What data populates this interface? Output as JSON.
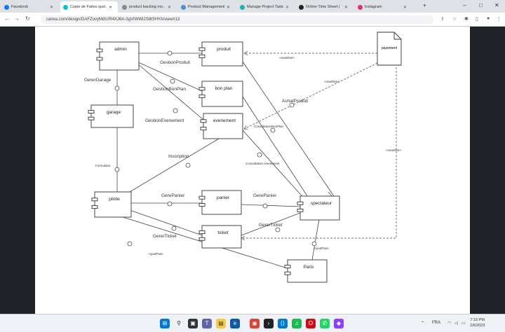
{
  "browser": {
    "tabs": [
      {
        "label": "Facebook",
        "color": "#1877f2"
      },
      {
        "label": "Copie de Faites quel…",
        "color": "#00c4cc",
        "active": true
      },
      {
        "label": "product backlog mo…",
        "color": "#888888"
      },
      {
        "label": "Product Management…",
        "color": "#4a90d9"
      },
      {
        "label": "Manage Project Tasks",
        "color": "#20b2aa"
      },
      {
        "label": "Online Time Sheet |",
        "color": "#222222"
      },
      {
        "label": "Instagram",
        "color": "#e1306c"
      }
    ],
    "new_tab": "+",
    "url": "canva.com/design/DAFZovyMdU/R4XJ6A-3gVIWWi2S8tSHYA/view#13"
  },
  "diagram": {
    "components": {
      "admin": "admin",
      "produit": "produit",
      "bonplan": "bon plan",
      "evenement": "evenement",
      "garage": "garage",
      "pilote": "pilote",
      "panier": "panier",
      "ticket": "ticket",
      "spectateur": "spectateur",
      "paris": "Paris",
      "payement": "payement"
    },
    "interfaces": {
      "gestionproduit": "GestionProduit",
      "gerergarage": "GererGarage",
      "gestionbonplan": "GestionBonPlan",
      "gestionevenement": "GestionEvenement",
      "achatproduit": "AchatProduit",
      "consultationbonplan": "ConsultationBonPlan",
      "consultationevenement": "Consultation evenement",
      "inscription": "Inscription",
      "formulaire": "Formulaire",
      "gerepanier1": "GerePanier",
      "gerepanier2": "GerePanier",
      "gererticket1": "GererTicket",
      "gererticket2": "GererTicket",
      "ajoutparis1": "AjoutParis",
      "ajoutparis2": "AjoutParis"
    },
    "manifests": [
      "«manifest»",
      "«manifest»",
      "«manifest»"
    ]
  },
  "page_number": "13",
  "taskbar": {
    "lang": "FRA",
    "time": "7:15 PM",
    "date": "2/6/2023"
  }
}
